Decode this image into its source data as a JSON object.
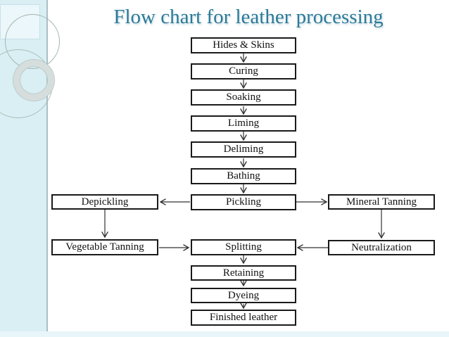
{
  "slide": {
    "title": "Flow chart for leather processing"
  },
  "theme": {
    "title_color": "#2b7a99",
    "sidebar_color": "#d9eff4",
    "bottom_strip_color": "#e9f6f9",
    "box_fill": "#ffffff",
    "box_border_color": "#1a1a1a",
    "arrow_color": "#333333"
  },
  "flowchart": {
    "nodes": [
      {
        "id": "hides-skins",
        "label": "Hides & Skins"
      },
      {
        "id": "curing",
        "label": "Curing"
      },
      {
        "id": "soaking",
        "label": "Soaking"
      },
      {
        "id": "liming",
        "label": "Liming"
      },
      {
        "id": "deliming",
        "label": "Deliming"
      },
      {
        "id": "bathing",
        "label": "Bathing"
      },
      {
        "id": "pickling",
        "label": "Pickling"
      },
      {
        "id": "depickling",
        "label": "Depickling"
      },
      {
        "id": "mineral-tanning",
        "label": "Mineral Tanning"
      },
      {
        "id": "vegetable-tanning",
        "label": "Vegetable Tanning"
      },
      {
        "id": "neutralization",
        "label": "Neutralization"
      },
      {
        "id": "splitting",
        "label": "Splitting"
      },
      {
        "id": "retaining",
        "label": "Retaining"
      },
      {
        "id": "dyeing",
        "label": "Dyeing"
      },
      {
        "id": "finished-leather",
        "label": "Finished leather"
      }
    ],
    "edges": [
      {
        "from": "hides-skins",
        "to": "curing"
      },
      {
        "from": "curing",
        "to": "soaking"
      },
      {
        "from": "soaking",
        "to": "liming"
      },
      {
        "from": "liming",
        "to": "deliming"
      },
      {
        "from": "deliming",
        "to": "bathing"
      },
      {
        "from": "bathing",
        "to": "pickling"
      },
      {
        "from": "pickling",
        "to": "depickling"
      },
      {
        "from": "pickling",
        "to": "mineral-tanning"
      },
      {
        "from": "depickling",
        "to": "vegetable-tanning"
      },
      {
        "from": "mineral-tanning",
        "to": "neutralization"
      },
      {
        "from": "vegetable-tanning",
        "to": "splitting"
      },
      {
        "from": "neutralization",
        "to": "splitting"
      },
      {
        "from": "splitting",
        "to": "retaining"
      },
      {
        "from": "retaining",
        "to": "dyeing"
      },
      {
        "from": "dyeing",
        "to": "finished-leather"
      }
    ]
  }
}
